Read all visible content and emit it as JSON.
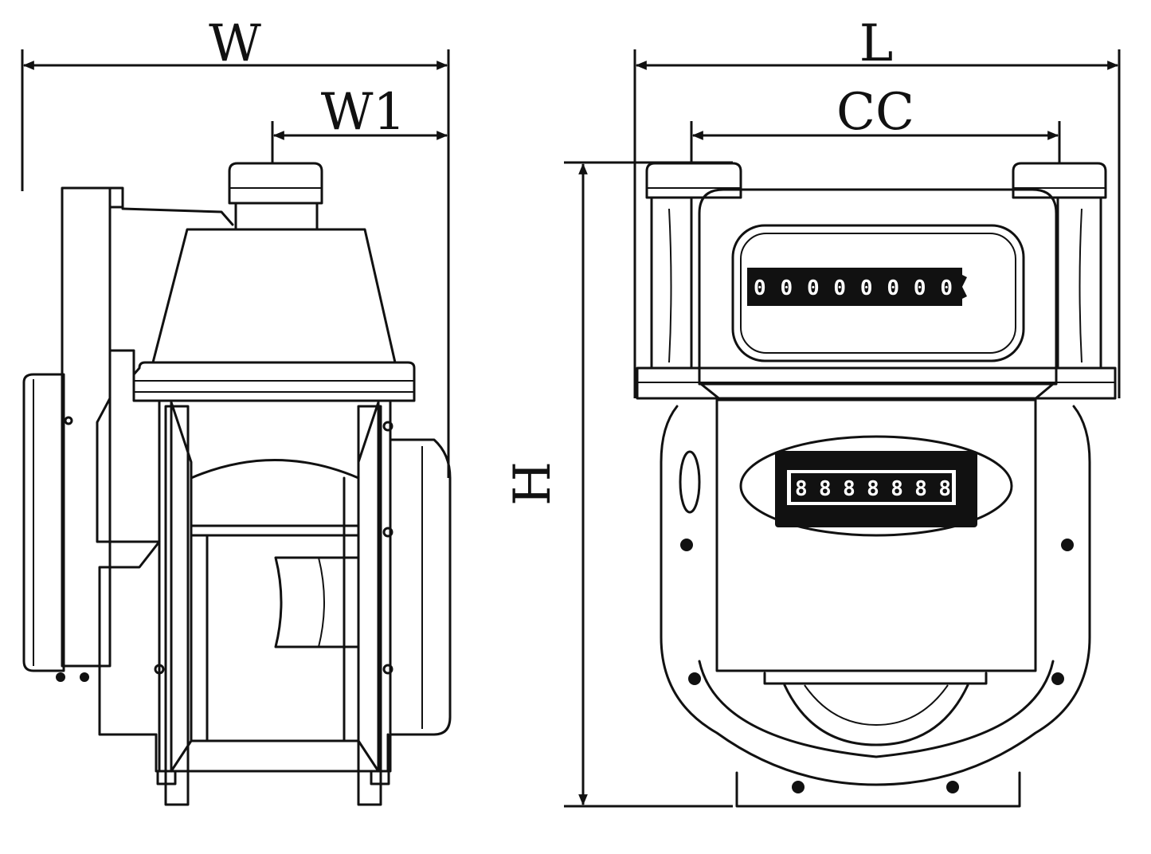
{
  "dimensions": {
    "width": "W",
    "width_offset": "W1",
    "length": "L",
    "center_to_center": "CC",
    "height": "H"
  },
  "counter_mechanical": {
    "digits": "00000000"
  },
  "counter_electronic": {
    "digits": "8888888"
  },
  "colors": {
    "line": "#111111",
    "background": "#ffffff"
  }
}
